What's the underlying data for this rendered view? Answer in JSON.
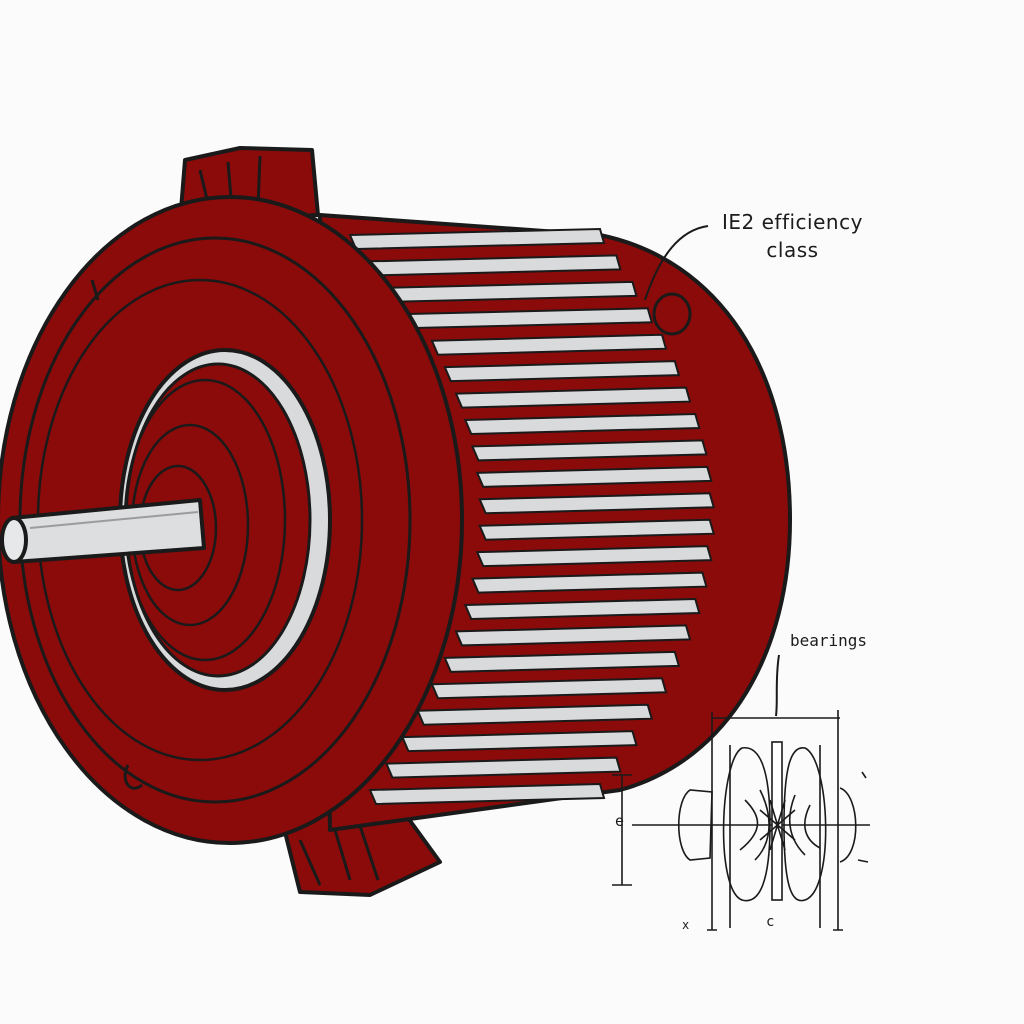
{
  "colors": {
    "housing": "#8b0a0a",
    "housing_dark": "#6e0606",
    "fins": "#d8dadb",
    "shaft": "#dcdedf",
    "outline": "#1a1a1a",
    "background": "#fbfbfb"
  },
  "annotations": {
    "efficiency_line1": "IE2 efficiency",
    "efficiency_line2": "class",
    "bearings": "bearings",
    "dim_e": "e",
    "dim_c": "c",
    "dim_x": "x"
  }
}
